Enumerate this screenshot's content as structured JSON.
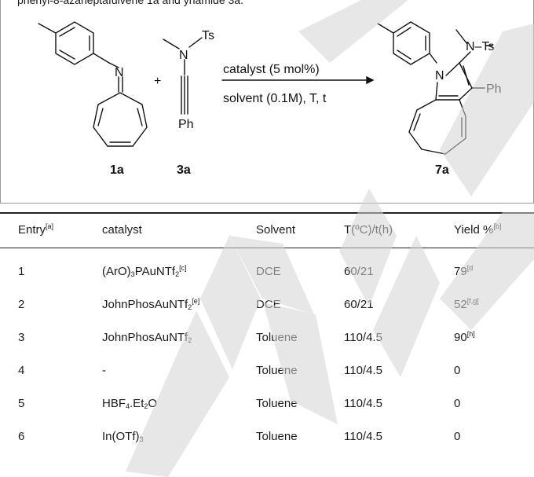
{
  "caption": "phenyl-8-azaheptafulvene 1a and ynamide 3a.",
  "scheme": {
    "reactant1": {
      "id": "1a",
      "atom": "N"
    },
    "plus": "+",
    "reactant2": {
      "id": "3a",
      "group": "Ts",
      "atom": "N",
      "substituent": "Ph"
    },
    "conditions_top": "catalyst (5 mol%)",
    "conditions_bottom": "solvent (0.1M), T, t",
    "product": {
      "id": "7a",
      "atom": "N",
      "group": "N–Ts",
      "substituent": "Ph"
    }
  },
  "table": {
    "headers": {
      "entry": {
        "text": "Entry",
        "sup": "[a]"
      },
      "catalyst": "catalyst",
      "solvent": "Solvent",
      "conditions": "T(ºC)/t(h)",
      "yield": {
        "text": "Yield %",
        "sup": "[b]"
      }
    },
    "rows": [
      {
        "entry": "1",
        "cat_a": "(ArO)",
        "cat_sub": "3",
        "cat_b": "PAuNTf",
        "cat_sub2": "2",
        "cat_sup": "[c]",
        "solvent": "DCE",
        "conditions": "60/21",
        "yield": "79",
        "yield_sup": "[d"
      },
      {
        "entry": "2",
        "cat_a": "JohnPhosAuNTf",
        "cat_sub": "2",
        "cat_b": "",
        "cat_sub2": "",
        "cat_sup": "[e]",
        "solvent": "DCE",
        "conditions": "60/21",
        "yield": "52",
        "yield_sup": "[f,g]"
      },
      {
        "entry": "3",
        "cat_a": "JohnPhosAuNTf",
        "cat_sub": "2",
        "cat_b": "",
        "cat_sub2": "",
        "cat_sup": "",
        "solvent": "Toluene",
        "conditions": "110/4.5",
        "yield": "90",
        "yield_sup": "[h]"
      },
      {
        "entry": "4",
        "cat_a": "-",
        "cat_sub": "",
        "cat_b": "",
        "cat_sub2": "",
        "cat_sup": "",
        "solvent": "Toluene",
        "conditions": "110/4.5",
        "yield": "0",
        "yield_sup": ""
      },
      {
        "entry": "5",
        "cat_a": "HBF",
        "cat_sub": "4",
        "cat_b": ".Et",
        "cat_sub2": "2",
        "cat_tail": "O",
        "cat_sup": "",
        "solvent": "Toluene",
        "conditions": "110/4.5",
        "yield": "0",
        "yield_sup": ""
      },
      {
        "entry": "6",
        "cat_a": "In(OTf)",
        "cat_sub": "3",
        "cat_b": "",
        "cat_sub2": "",
        "cat_sup": "",
        "solvent": "Toluene",
        "conditions": "110/4.5",
        "yield": "0",
        "yield_sup": ""
      }
    ]
  }
}
